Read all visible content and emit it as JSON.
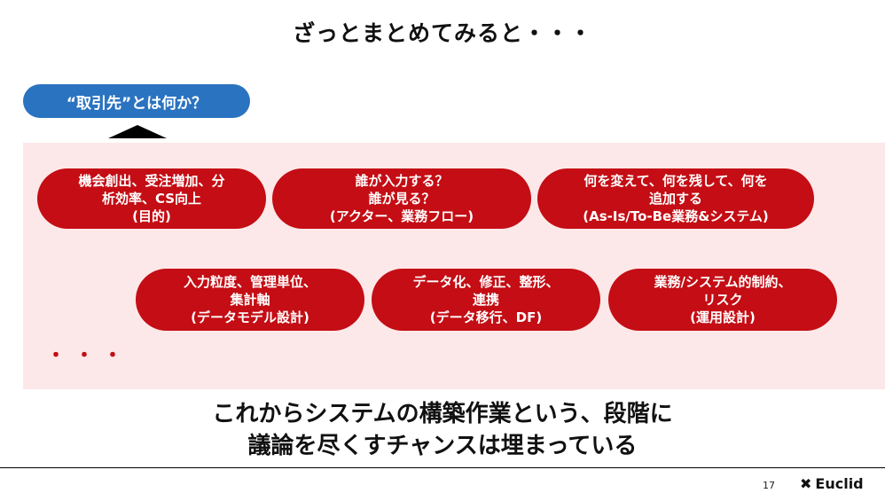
{
  "slide": {
    "title": "ざっとまとめてみると・・・",
    "question": "“取引先”とは何か？",
    "boxes": [
      {
        "lines": [
          "機会創出、受注増加、分",
          "析効率、CS向上",
          "(目的)"
        ]
      },
      {
        "lines": [
          "誰が入力する？",
          "誰が見る？",
          "(アクター、業務フロー)"
        ]
      },
      {
        "lines": [
          "何を変えて、何を残して、何を",
          "追加する",
          "(As-Is/To-Be業務&システム)"
        ]
      },
      {
        "lines": [
          "入力粒度、管理単位、",
          "集計軸",
          "(データモデル設計)"
        ]
      },
      {
        "lines": [
          "データ化、修正、整形、",
          "連携",
          "(データ移行、DF)"
        ]
      },
      {
        "lines": [
          "業務/システム的制約、",
          "リスク",
          "(運用設計)"
        ]
      }
    ],
    "ellipsis": "・・・",
    "conclusion_line1": "これからシステムの構築作業という、段階に",
    "conclusion_line2": "議論を尽くすチャンスは埋まっている",
    "page_number": "17",
    "logo_text": "Euclid",
    "logo_mark": "✖"
  },
  "colors": {
    "accent_red": "#c40d14",
    "question_blue": "#2a73c0",
    "panel_pink": "#fce8e9"
  }
}
